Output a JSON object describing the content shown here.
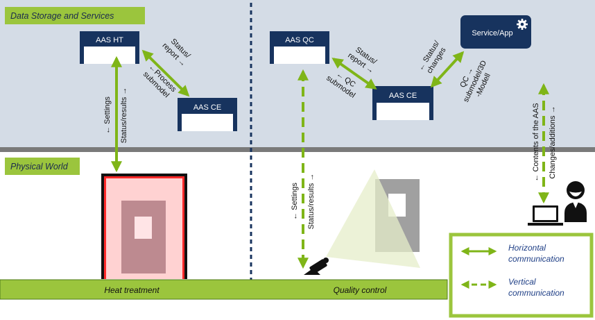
{
  "zones": {
    "top": "Data Storage and Services",
    "bottom": "Physical World"
  },
  "nodes": {
    "aas_ht": "AAS HT",
    "aas_ce_left": "AAS CE",
    "aas_qc": "AAS QC",
    "aas_ce_right": "AAS CE",
    "service_app": "Service/App"
  },
  "edges": {
    "ht_ce": {
      "up_line1": "Status/",
      "up_line2": "report →",
      "down_line1": "←Process",
      "down_line2": "submodel"
    },
    "ht_vertical": {
      "line1": "← Settings",
      "line2": "Status/results →"
    },
    "qc_ce": {
      "up_line1": "Status/",
      "up_line2": "report →",
      "down_line1": "← QC",
      "down_line2": "submodel"
    },
    "ce_app": {
      "up_line1": "← Status/",
      "up_line2": "changes",
      "down_line1": "QC →",
      "down_line2": "submodel/3D",
      "down_line3": "-Modell"
    },
    "qc_vertical": {
      "line1": "← Settings",
      "line2": "Status/results →"
    },
    "app_vertical": {
      "line1": "← Contents of the AAS",
      "line2": "Changes/additions →"
    }
  },
  "bottom_bar": {
    "left": "Heat treatment",
    "right": "Quality control"
  },
  "legend": {
    "horizontal_line1": "Horizontal",
    "horizontal_line2": "communication",
    "vertical_line1": "Vertical",
    "vertical_line2": "communication"
  },
  "colors": {
    "top_zone": "#d4dce6",
    "label_green": "#9bc53d",
    "arrow_green": "#7fb518",
    "node_navy": "#17335e",
    "divider_gray": "#7a7a7a",
    "legend_text": "#1f3f86"
  },
  "icons": [
    "gear-icon",
    "camera-icon",
    "laptop-icon",
    "person-icon"
  ]
}
